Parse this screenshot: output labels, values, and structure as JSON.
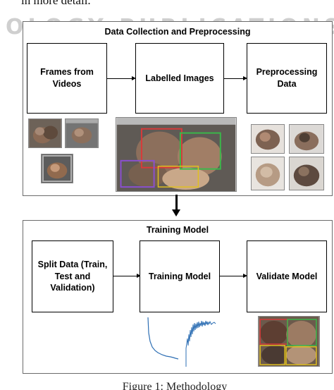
{
  "header_fragment": "in more detail.",
  "watermark": "OLOGY PUBLICATIONS",
  "collection": {
    "title": "Data Collection and Preprocessing",
    "steps": [
      "Frames from Videos",
      "Labelled Images",
      "Preprocessing Data"
    ]
  },
  "training": {
    "title": "Training Model",
    "steps": [
      "Split Data (Train, Test and Validation)",
      "Training Model",
      "Validate Model"
    ]
  },
  "caption": "Figure 1: Methodology",
  "colors": {
    "box_border": "#000000",
    "panel_border": "#6b6b6b",
    "plot_line": "#2e6fb4",
    "label_boxes": [
      "#d83a3a",
      "#3ab84a",
      "#8a4fd0",
      "#e0c020"
    ]
  },
  "icons": [
    "oil-palm-photo",
    "loss-curve-plot",
    "detection-result-photo"
  ]
}
